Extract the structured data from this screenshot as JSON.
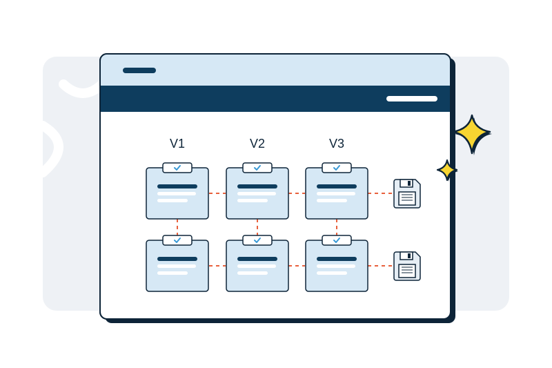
{
  "versions": {
    "v1": "V1",
    "v2": "V2",
    "v3": "V3"
  },
  "colors": {
    "navy": "#0e3d5e",
    "outline": "#0d2438",
    "title_bar": "#d6e8f5",
    "card_fill": "#d6e8f5",
    "check": "#3a9ad6",
    "connector": "#e8603c",
    "sparkle": "#f7d531",
    "backdrop": "#eef1f5"
  },
  "icons": {
    "check": "check-icon",
    "save": "floppy-disk-icon",
    "sparkle": "sparkle-icon"
  }
}
